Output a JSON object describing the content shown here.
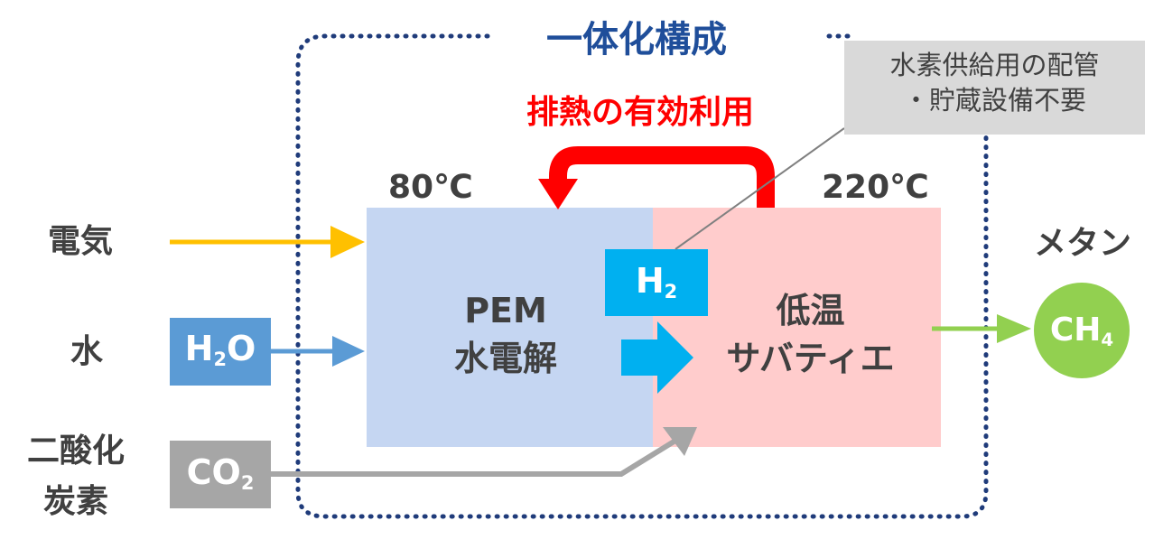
{
  "title": "一体化構成",
  "heat_label": "排熱の有効利用",
  "note": {
    "line1": "水素供給用の配管",
    "line2": "・貯蔵設備不要"
  },
  "temps": {
    "left": "80℃",
    "right": "220℃"
  },
  "inputs": {
    "electricity": "電気",
    "water": "水",
    "co2_line1": "二酸化",
    "co2_line2": "炭素"
  },
  "formulas": {
    "h2o": {
      "main": "H",
      "sub": "2",
      "tail": "O"
    },
    "co2": {
      "main": "CO",
      "sub": "2"
    },
    "h2": {
      "main": "H",
      "sub": "2"
    },
    "ch4": {
      "main": "CH",
      "sub": "4"
    }
  },
  "pem": {
    "line1": "PEM",
    "line2": "水電解"
  },
  "sabatier": {
    "line1": "低温",
    "line2": "サバティエ"
  },
  "output_label": "メタン",
  "colors": {
    "frame": "#1f3b7a",
    "title": "#1f4e9a",
    "heat": "#ff0000",
    "electricity": "#ffc000",
    "water": "#5b9bd5",
    "co2": "#a6a6a6",
    "pem_fill": "#c5d6f2",
    "sabatier_fill": "#ffcccc",
    "h2": "#00b0f0",
    "methane": "#92d050",
    "note_bg": "#d9d9d9",
    "text": "#404040"
  }
}
